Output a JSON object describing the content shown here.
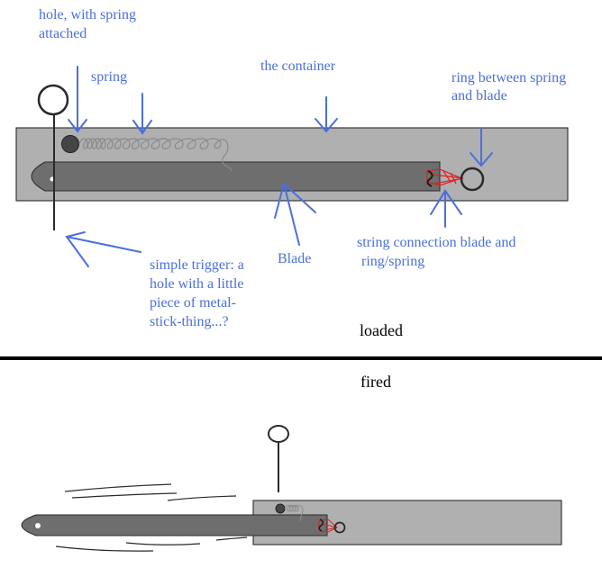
{
  "labels": {
    "hole_line1": "hole, with spring",
    "hole_line2": "attached",
    "spring": "spring",
    "container": "the container",
    "ring_line1": "ring between spring",
    "ring_line2": "and blade",
    "trigger_line1": "simple trigger: a",
    "trigger_line2": "hole with a little",
    "trigger_line3": "piece of metal-",
    "trigger_line4": "stick-thing...?",
    "blade": "Blade",
    "string_line1": "string connection blade and",
    "string_line2": "ring/spring",
    "loaded": "loaded",
    "fired": "fired"
  },
  "colors": {
    "annotation": "#4a6fe0",
    "container_fill": "#b0b0b0",
    "blade_fill": "#6e6e6e",
    "string": "#e02020",
    "spring": "#8a8a8a",
    "divider": "#000000"
  }
}
